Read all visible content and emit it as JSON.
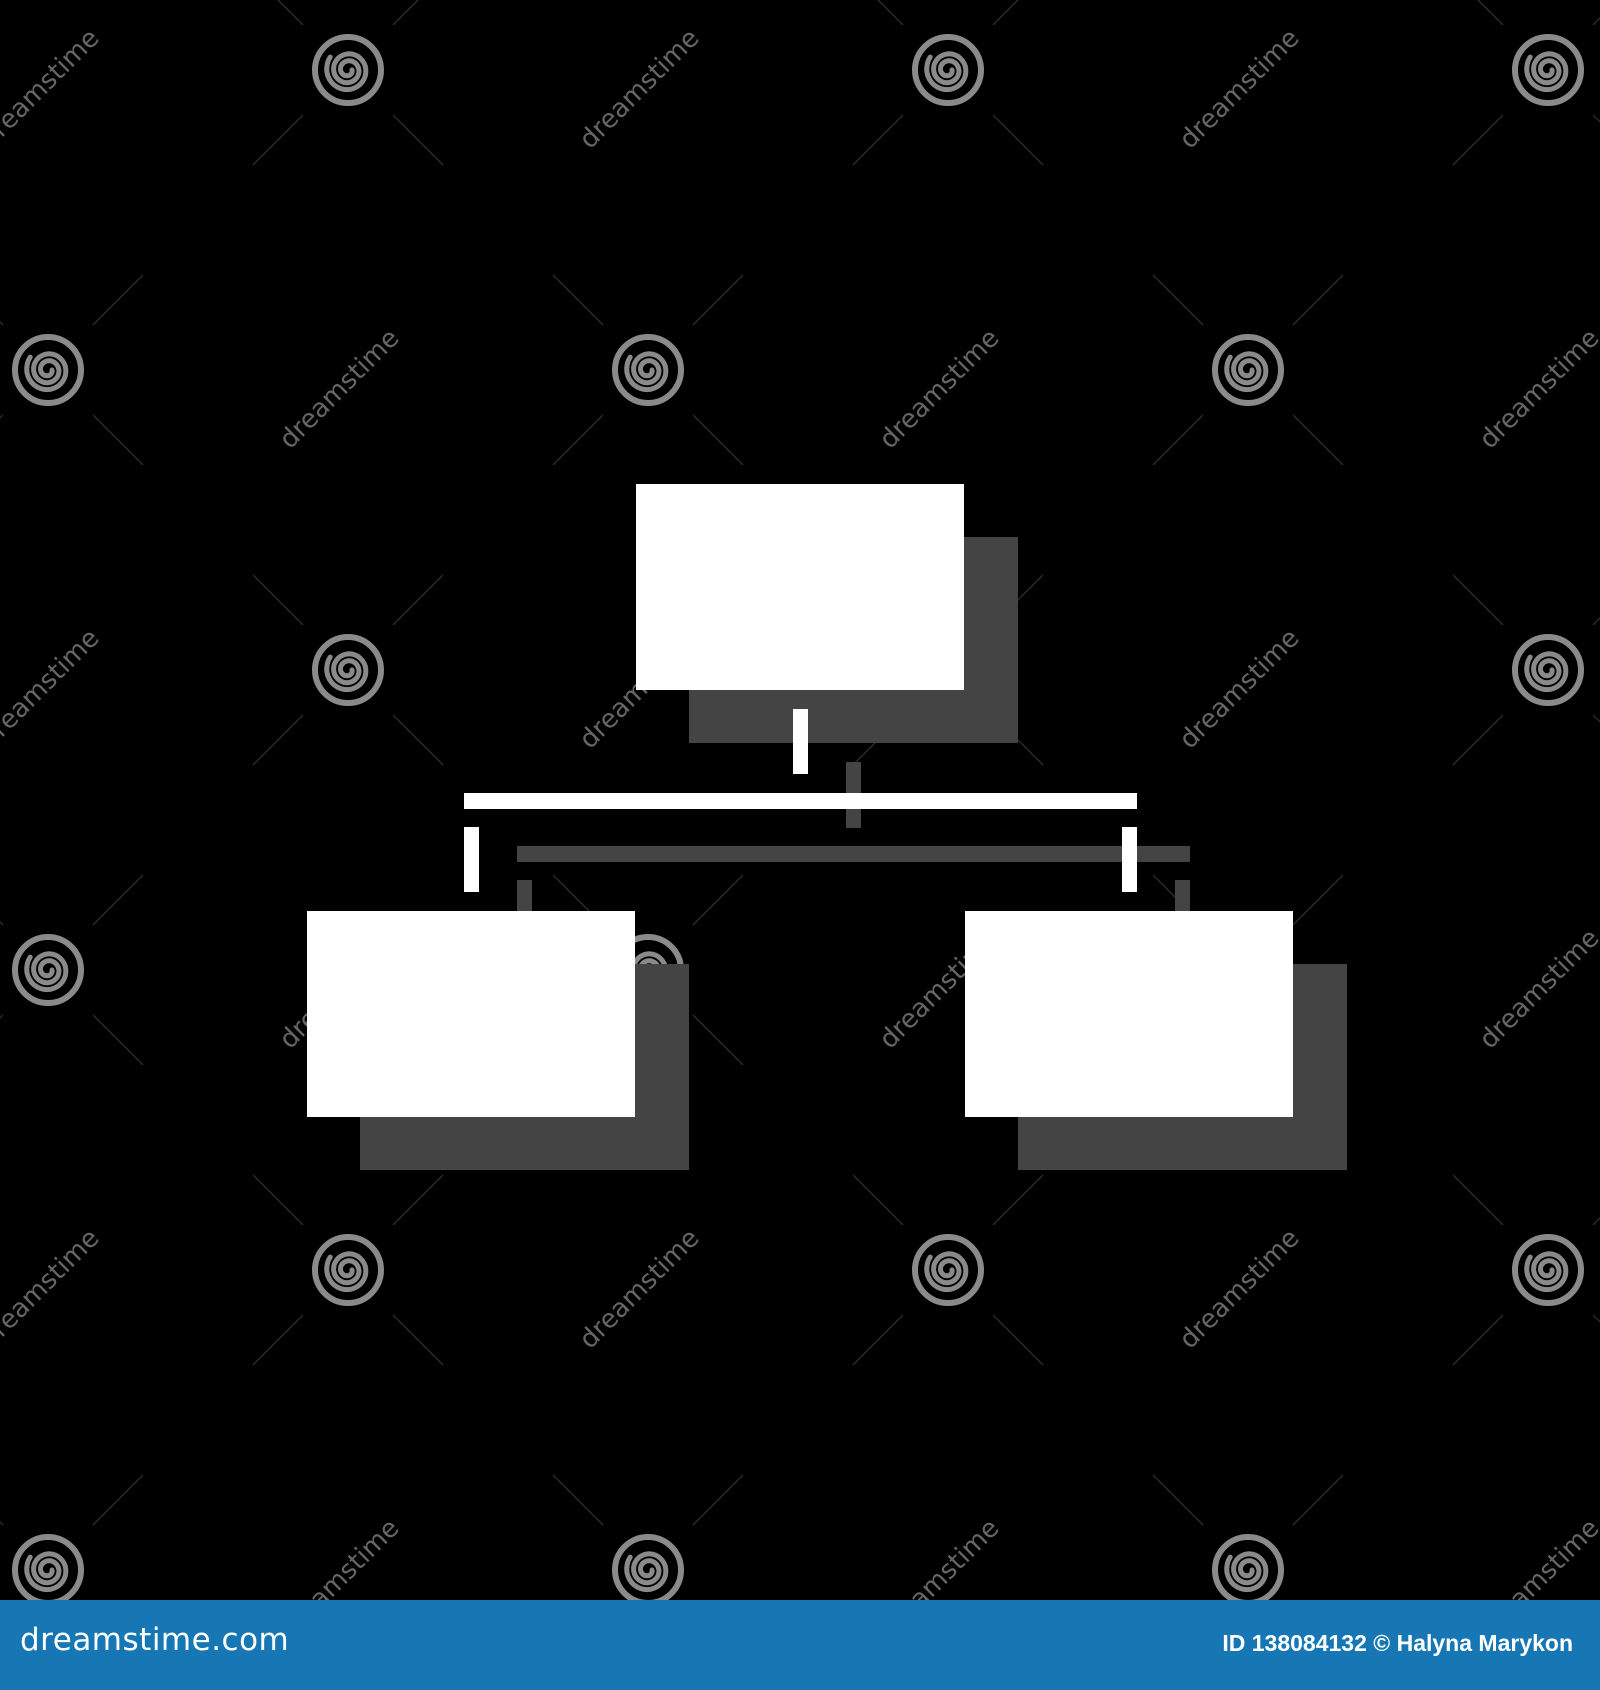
{
  "watermark": {
    "text": "dreamstime",
    "logo_icon": "spiral-logo-icon",
    "text_color": "#666666",
    "logo_color": "#8a8a8a"
  },
  "icon": {
    "name": "hierarchy-diagram-icon",
    "foreground_color": "#ffffff",
    "shadow_color": "#444444",
    "background_color": "#000000"
  },
  "footer": {
    "site": "dreamstime.com",
    "credit": "ID 138084132 © Halyna Marykon",
    "background_color": "#1777b4",
    "text_color": "#ffffff"
  }
}
